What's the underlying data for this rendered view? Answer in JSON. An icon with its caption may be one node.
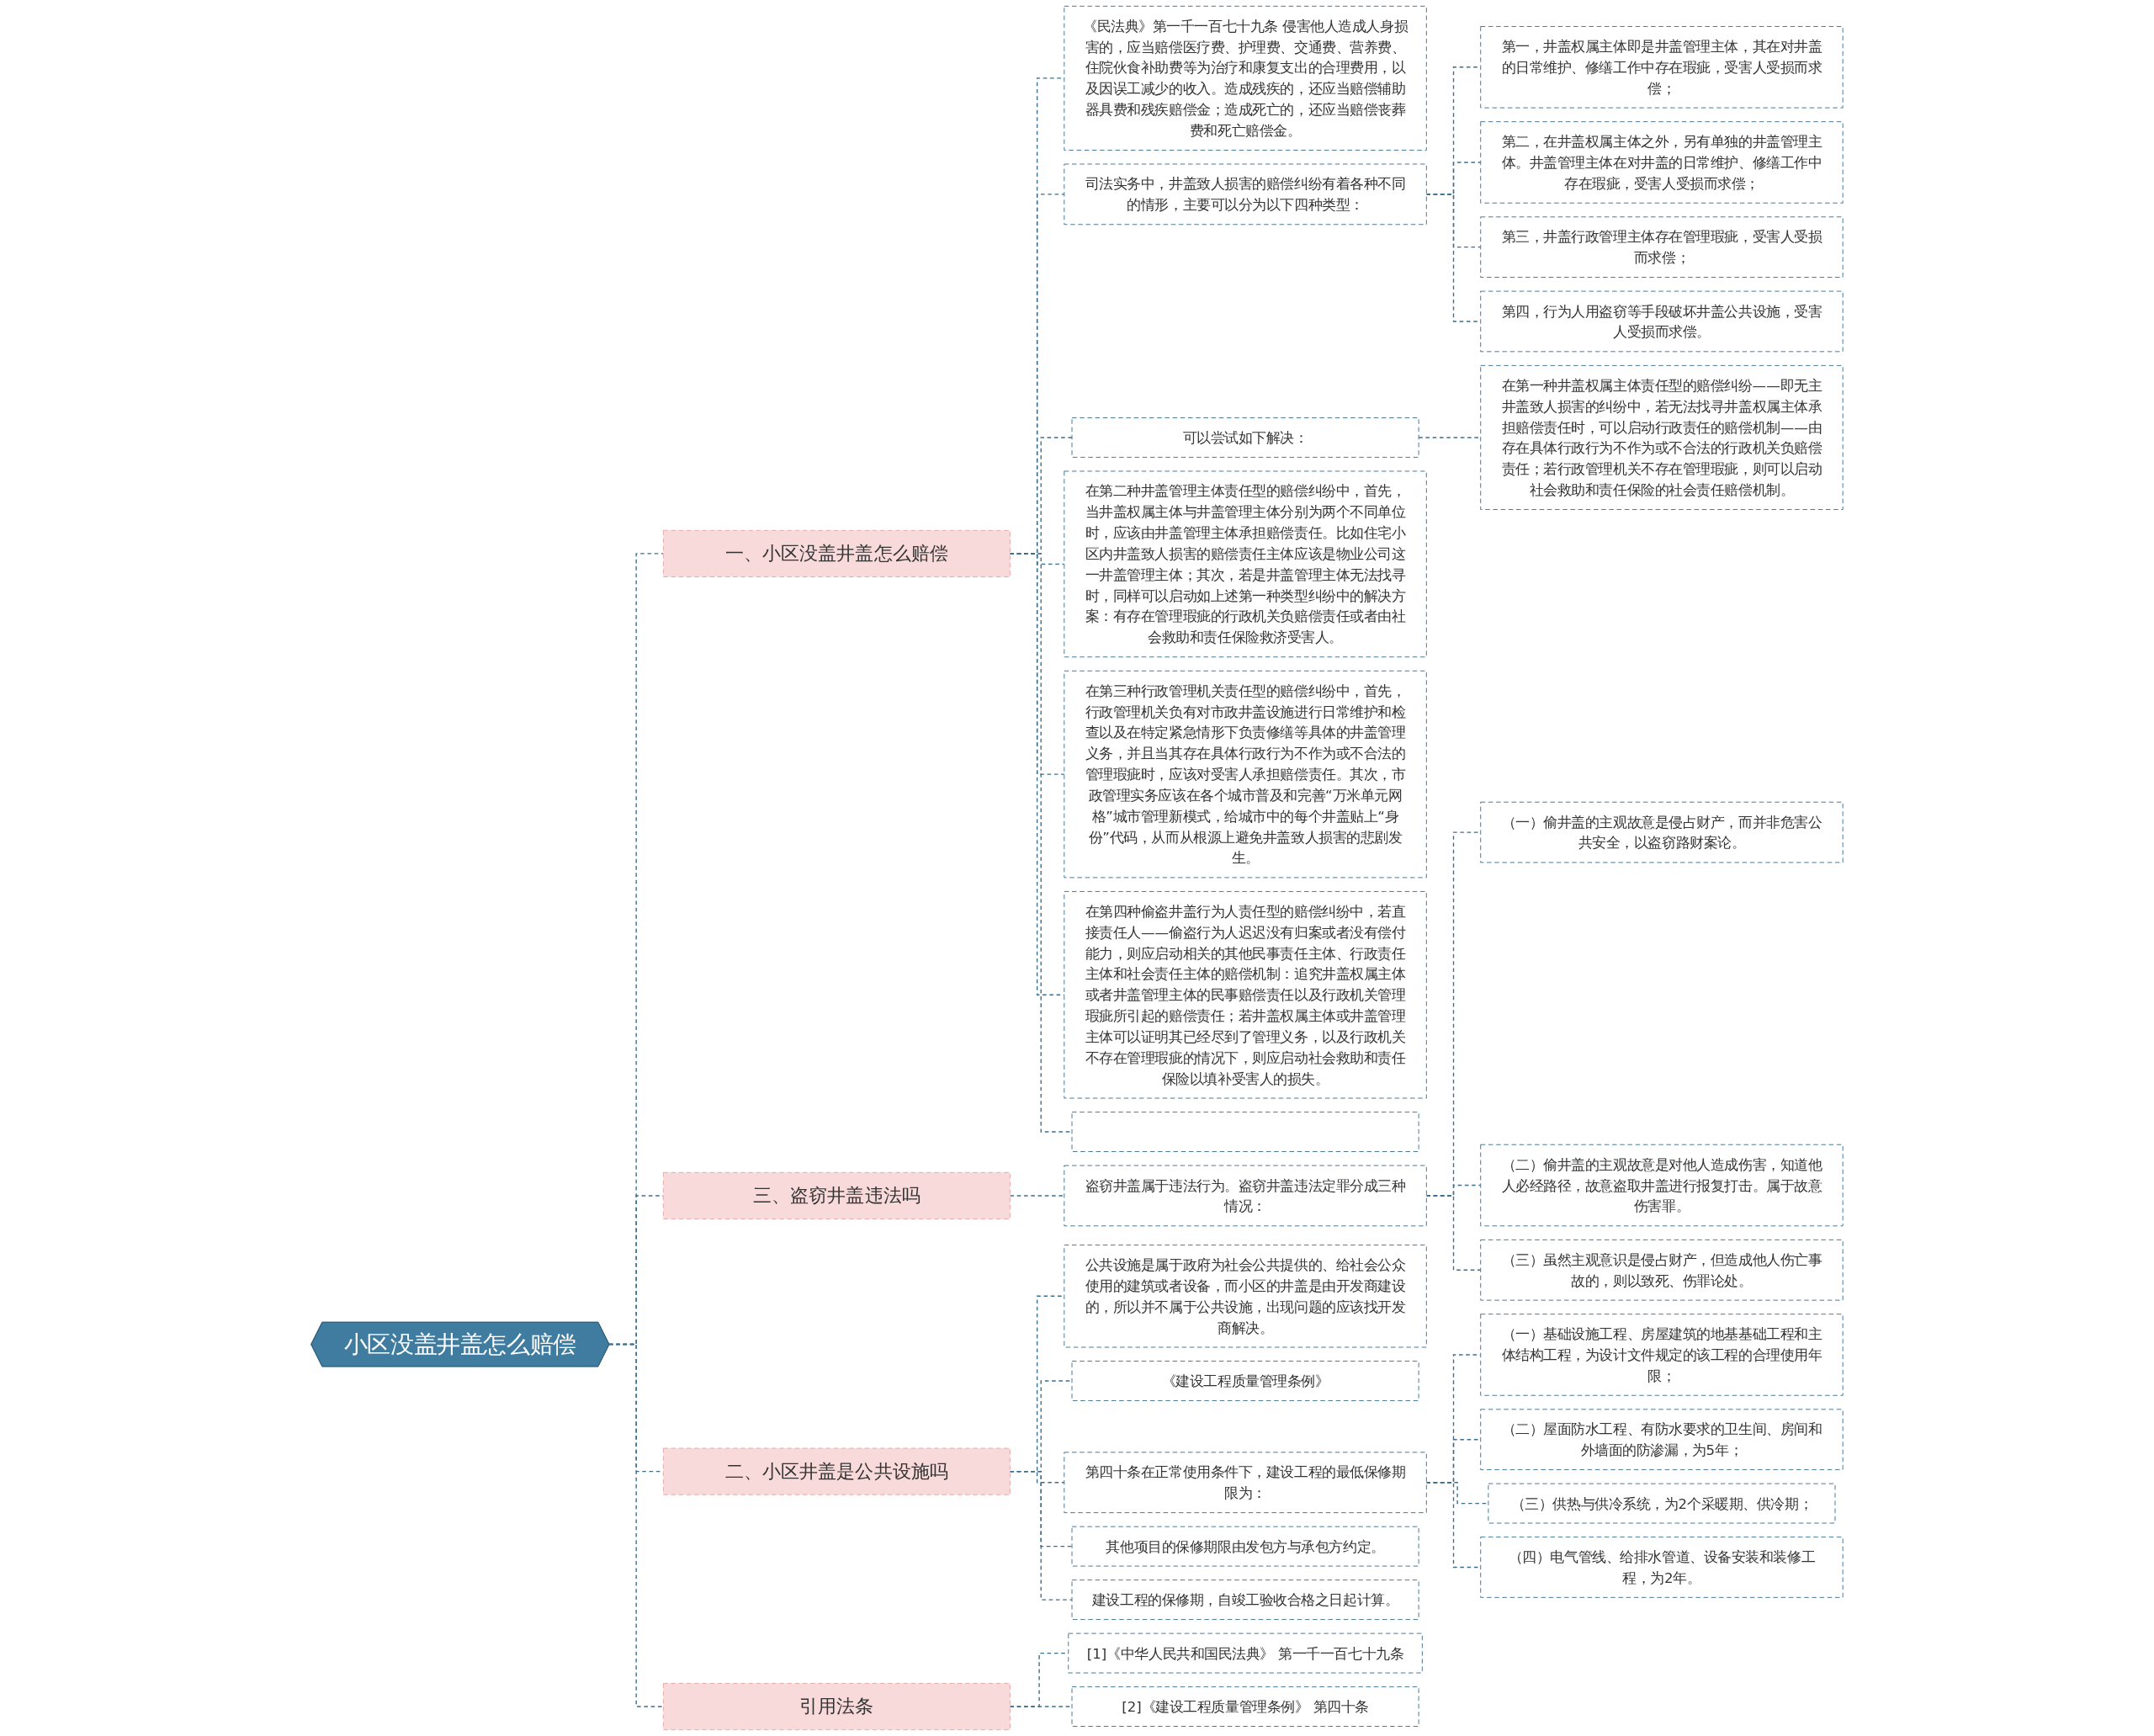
{
  "diagram": {
    "nodes": [
      {
        "text": [
          "小区没盖井盖怎么赔偿"
        ]
      },
      {
        "text": [
          "一、小区没盖井盖怎么赔偿"
        ]
      },
      {
        "text": [
          "《民法典》第一千一百七十九条 侵害他人造成人身损害的，应当赔偿医疗费、护理费、交通费、营养费、住院伙食补助费等为治疗和康复支出的合理费用，以及因误工减少的收入。造成残疾的，还应当赔偿辅助器具费和残疾赔偿金；造成死亡的，还应当赔偿丧葬费和死亡赔偿金。"
        ]
      },
      {
        "text": [
          "司法实务中，井盖致人损害的赔偿纠纷有着各种不同的情形，主要可以分为以下四种类型："
        ]
      },
      {
        "text": [
          "第一，井盖权属主体即是井盖管理主体，其在对井盖的日常维护、修缮工作中存在瑕疵，受害人受损而求偿；"
        ]
      },
      {
        "text": [
          "第二，在井盖权属主体之外，另有单独的井盖管理主体。井盖管理主体在对井盖的日常维护、修缮工作中存在瑕疵，受害人受损而求偿；"
        ]
      },
      {
        "text": [
          "第三，井盖行政管理主体存在管理瑕疵，受害人受损而求偿；"
        ]
      },
      {
        "text": [
          "第四，行为人用盗窃等手段破坏井盖公共设施，受害人受损而求偿。"
        ]
      },
      {
        "text": [
          "可以尝试如下解决："
        ]
      },
      {
        "text": [
          "在第一种井盖权属主体责任型的赔偿纠纷——即无主井盖致人损害的纠纷中，若无法找寻井盖权属主体承担赔偿责任时，可以启动行政责任的赔偿机制——由存在具体行政行为不作为或不合法的行政机关负赔偿责任；若行政管理机关不存在管理瑕疵，则可以启动社会救助和责任保险的社会责任赔偿机制。"
        ]
      },
      {
        "text": [
          "在第二种井盖管理主体责任型的赔偿纠纷中，首先，当井盖权属主体与井盖管理主体分别为两个不同单位时，应该由井盖管理主体承担赔偿责任。比如住宅小区内井盖致人损害的赔偿责任主体应该是物业公司这一井盖管理主体；其次，若是井盖管理主体无法找寻时，同样可以启动如上述第一种类型纠纷中的解决方案：有存在管理瑕疵的行政机关负赔偿责任或者由社会救助和责任保险救济受害人。"
        ]
      },
      {
        "text": [
          "在第三种行政管理机关责任型的赔偿纠纷中，首先，行政管理机关负有对市政井盖设施进行日常维护和检查以及在特定紧急情形下负责修缮等具体的井盖管理义务，并且当其存在具体行政行为不作为或不合法的管理瑕疵时，应该对受害人承担赔偿责任。其次，市政管理实务应该在各个城市普及和完善“万米单元网格”城市管理新模式，给城市中的每个井盖贴上“身份”代码，从而从根源上避免井盖致人损害的悲剧发生。"
        ]
      },
      {
        "text": [
          "在第四种偷盗井盖行为人责任型的赔偿纠纷中，若直接责任人——偷盗行为人迟迟没有归案或者没有偿付能力，则应启动相关的其他民事责任主体、行政责任主体和社会责任主体的赔偿机制：追究井盖权属主体或者井盖管理主体的民事赔偿责任以及行政机关管理瑕疵所引起的赔偿责任；若井盖权属主体或井盖管理主体可以证明其已经尽到了管理义务，以及行政机关不存在管理瑕疵的情况下，则应启动社会救助和责任保险以填补受害人的损失。"
        ]
      },
      {
        "text": [],
        "shape": "box"
      },
      {
        "text": [
          "三、盗窃井盖违法吗"
        ]
      },
      {
        "text": [
          "盗窃井盖属于违法行为。盗窃井盖违法定罪分成三种情况："
        ]
      },
      {
        "text": [
          "（一）偷井盖的主观故意是侵占财产，而并非危害公共安全，以盗窃路财案论。"
        ]
      },
      {
        "text": [
          "（二）偷井盖的主观故意是对他人造成伤害，知道他人必经路径，故意盗取井盖进行报复打击。属于故意伤害罪。"
        ]
      },
      {
        "text": [
          "（三）虽然主观意识是侵占财产，但造成他人伤亡事故的，则以致死、伤罪论处。"
        ]
      },
      {
        "text": [
          "二、小区井盖是公共设施吗"
        ]
      },
      {
        "text": [
          "公共设施是属于政府为社会公共提供的、给社会公众使用的建筑或者设备，而小区的井盖是由开发商建设的，所以并不属于公共设施，出现问题的应该找开发商解决。"
        ]
      },
      {
        "text": [
          "《建设工程质量管理条例》"
        ]
      },
      {
        "text": [
          "第四十条在正常使用条件下，建设工程的最低保修期限为："
        ]
      },
      {
        "text": [
          "（一）基础设施工程、房屋建筑的地基基础工程和主体结构工程，为设计文件规定的该工程的合理使用年限；"
        ]
      },
      {
        "text": [
          "（二）屋面防水工程、有防水要求的卫生间、房间和外墙面的防渗漏，为5年；"
        ]
      },
      {
        "text": [
          "（三）供热与供冷系统，为2个采暖期、供冷期；"
        ]
      },
      {
        "text": [
          "（四）电气管线、给排水管道、设备安装和装修工程，为2年。"
        ]
      },
      {
        "text": [
          "其他项目的保修期限由发包方与承包方约定。"
        ]
      },
      {
        "text": [
          "建设工程的保修期，自竣工验收合格之日起计算。"
        ]
      },
      {
        "text": [
          "引用法条"
        ]
      },
      {
        "text": [
          "[1]《中华人民共和国民法典》 第一千一百七十九条"
        ]
      },
      {
        "text": [
          "[2]《建设工程质量管理条例》 第四十条"
        ]
      }
    ],
    "edges": [
      {
        "from": 0,
        "to": 1,
        "arrow": "none"
      },
      {
        "from": 1,
        "to": 2,
        "arrow": "none"
      },
      {
        "from": 1,
        "to": 3,
        "arrow": "none"
      },
      {
        "from": 3,
        "to": 4,
        "arrow": "none"
      },
      {
        "from": 3,
        "to": 5,
        "arrow": "none"
      },
      {
        "from": 3,
        "to": 6,
        "arrow": "none"
      },
      {
        "from": 3,
        "to": 7,
        "arrow": "none"
      },
      {
        "from": 1,
        "to": 8,
        "arrow": "none"
      },
      {
        "from": 8,
        "to": 9,
        "arrow": "none"
      },
      {
        "from": 1,
        "to": 10,
        "arrow": "none"
      },
      {
        "from": 1,
        "to": 11,
        "arrow": "none"
      },
      {
        "from": 1,
        "to": 12,
        "arrow": "none"
      },
      {
        "from": 1,
        "to": 13,
        "arrow": "none"
      },
      {
        "from": 0,
        "to": 14,
        "arrow": "none"
      },
      {
        "from": 14,
        "to": 15,
        "arrow": "none"
      },
      {
        "from": 15,
        "to": 16,
        "arrow": "none"
      },
      {
        "from": 15,
        "to": 17,
        "arrow": "none"
      },
      {
        "from": 15,
        "to": 18,
        "arrow": "none"
      },
      {
        "from": 0,
        "to": 19,
        "arrow": "none"
      },
      {
        "from": 19,
        "to": 20,
        "arrow": "none"
      },
      {
        "from": 19,
        "to": 21,
        "arrow": "none"
      },
      {
        "from": 19,
        "to": 22,
        "arrow": "none"
      },
      {
        "from": 22,
        "to": 23,
        "arrow": "none"
      },
      {
        "from": 22,
        "to": 24,
        "arrow": "none"
      },
      {
        "from": 22,
        "to": 25,
        "arrow": "none"
      },
      {
        "from": 22,
        "to": 26,
        "arrow": "none"
      },
      {
        "from": 19,
        "to": 27,
        "arrow": "none"
      },
      {
        "from": 19,
        "to": 28,
        "arrow": "none"
      },
      {
        "from": 0,
        "to": 29,
        "arrow": "none"
      },
      {
        "from": 29,
        "to": 30,
        "arrow": "none"
      },
      {
        "from": 29,
        "to": 31,
        "arrow": "none"
      }
    ]
  }
}
